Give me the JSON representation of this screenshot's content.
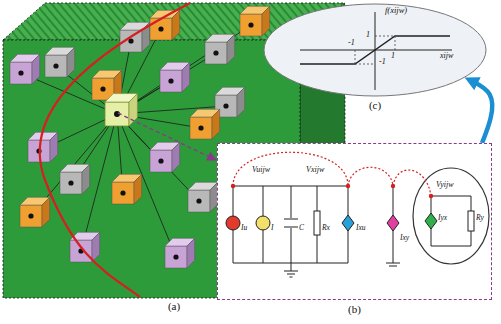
{
  "diagram": {
    "nodes": [
      {
        "text": [
          "(a)"
        ]
      },
      {
        "text": [
          "(b)"
        ]
      },
      {
        "text": [
          "(c)"
        ]
      }
    ],
    "edges": [
      {
        "from": 1,
        "to": 2,
        "arrow": "to"
      }
    ],
    "labels": [
      "Vuijw",
      "Vxijw",
      "Vyijw",
      "Iu",
      "I",
      "C",
      "Rx",
      "Ixu",
      "Ixy",
      "Iyx",
      "Ry",
      "f(xijw)",
      "xijw",
      "1",
      "-1",
      "-1",
      "1"
    ]
  }
}
